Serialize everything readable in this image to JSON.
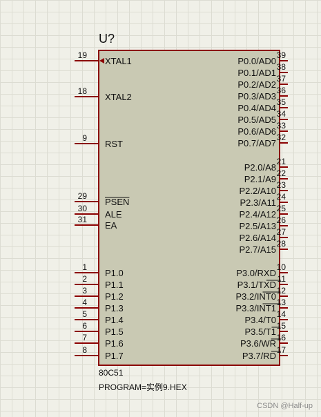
{
  "component": {
    "reference": "U?",
    "value": "80C51",
    "property": "PROGRAM=实例9.HEX"
  },
  "pins_left": [
    {
      "num": "19",
      "name": "XTAL1"
    },
    {
      "num": "18",
      "name": "XTAL2"
    },
    {
      "num": "9",
      "name": "RST"
    },
    {
      "num": "29",
      "name": "PSEN"
    },
    {
      "num": "30",
      "name": "ALE"
    },
    {
      "num": "31",
      "name": "EA"
    },
    {
      "num": "1",
      "name": "P1.0"
    },
    {
      "num": "2",
      "name": "P1.1"
    },
    {
      "num": "3",
      "name": "P1.2"
    },
    {
      "num": "4",
      "name": "P1.3"
    },
    {
      "num": "5",
      "name": "P1.4"
    },
    {
      "num": "6",
      "name": "P1.5"
    },
    {
      "num": "7",
      "name": "P1.6"
    },
    {
      "num": "8",
      "name": "P1.7"
    }
  ],
  "pins_right": [
    {
      "num": "39",
      "name": "P0.0/AD0"
    },
    {
      "num": "38",
      "name": "P0.1/AD1"
    },
    {
      "num": "37",
      "name": "P0.2/AD2"
    },
    {
      "num": "36",
      "name": "P0.3/AD3"
    },
    {
      "num": "35",
      "name": "P0.4/AD4"
    },
    {
      "num": "34",
      "name": "P0.5/AD5"
    },
    {
      "num": "33",
      "name": "P0.6/AD6"
    },
    {
      "num": "32",
      "name": "P0.7/AD7"
    },
    {
      "num": "21",
      "name": "P2.0/A8"
    },
    {
      "num": "22",
      "name": "P2.1/A9"
    },
    {
      "num": "23",
      "name": "P2.2/A10"
    },
    {
      "num": "24",
      "name": "P2.3/A11"
    },
    {
      "num": "25",
      "name": "P2.4/A12"
    },
    {
      "num": "26",
      "name": "P2.5/A13"
    },
    {
      "num": "27",
      "name": "P2.6/A14"
    },
    {
      "num": "28",
      "name": "P2.7/A15"
    },
    {
      "num": "10",
      "name": "P3.0/RXD"
    },
    {
      "num": "11",
      "name": "P3.1/TXD"
    },
    {
      "num": "12",
      "name": "P3.2/INT0"
    },
    {
      "num": "13",
      "name": "P3.3/INT1"
    },
    {
      "num": "14",
      "name": "P3.4/T0"
    },
    {
      "num": "15",
      "name": "P3.5/T1"
    },
    {
      "num": "16",
      "name": "P3.6/WR"
    },
    {
      "num": "17",
      "name": "P3.7/RD"
    }
  ],
  "watermark": "CSDN @Half-up",
  "colors": {
    "body_fill": "#c9c9b3",
    "outline": "#8b0000",
    "text": "#111111",
    "grid": "#dcdcd2",
    "background": "#f0f0e8"
  }
}
